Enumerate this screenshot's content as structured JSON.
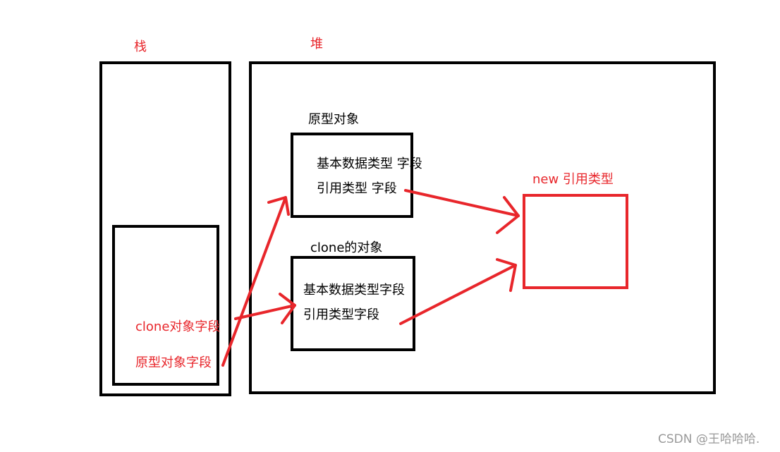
{
  "labels": {
    "stack": "栈",
    "heap": "堆",
    "prototype_object": "原型对象",
    "clone_object": "clone的对象",
    "new_reference": "new 引用类型"
  },
  "prototype_box": {
    "primitive_field": "基本数据类型 字段",
    "reference_field": "引用类型 字段"
  },
  "clone_box": {
    "primitive_field": "基本数据类型字段",
    "reference_field": "引用类型字段"
  },
  "stack_box": {
    "clone_field": "clone对象字段",
    "prototype_field": "原型对象字段"
  },
  "watermark": "CSDN @王哈哈哈.",
  "colors": {
    "arrow": "#e8262b",
    "box": "#000000",
    "new_box_border": "#e8262b"
  }
}
